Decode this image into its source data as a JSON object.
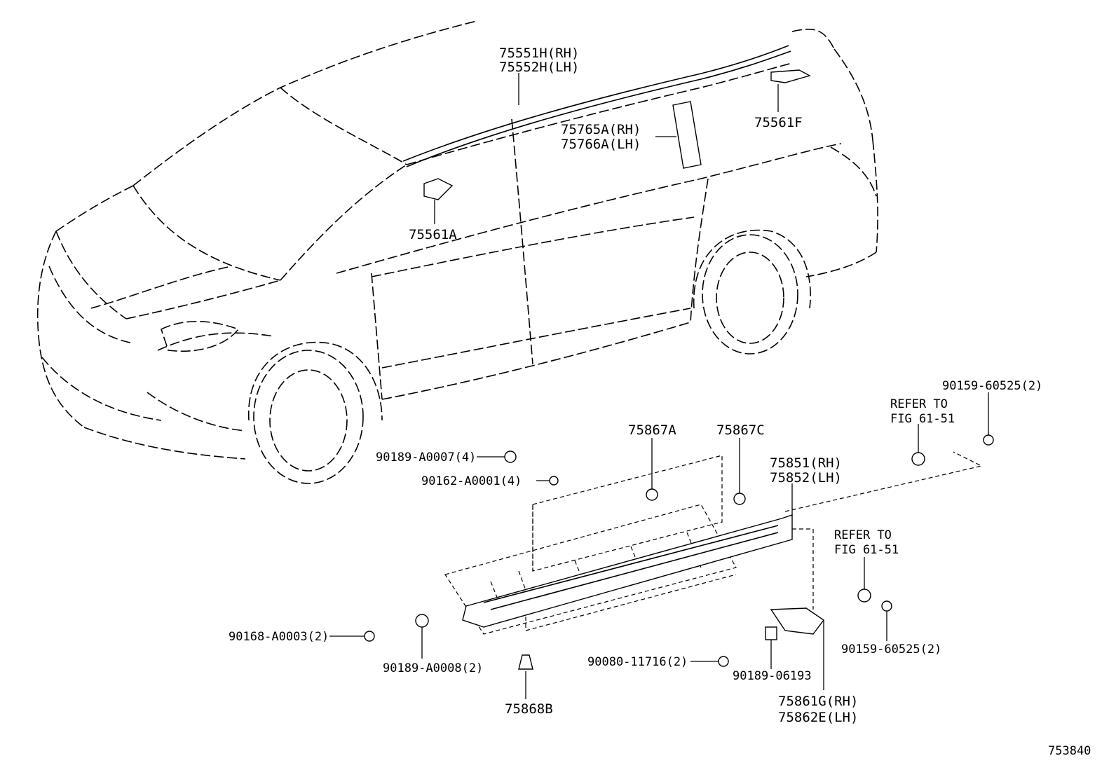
{
  "callouts": {
    "roof_rack_rail": [
      "75551H(RH)",
      "75552H(LH)"
    ],
    "rear_mount_cover": "75561F",
    "front_mount_cover": "75561A",
    "pillar_moulding": [
      "75765A(RH)",
      "75766A(LH)"
    ],
    "clip_a": "75867A",
    "clip_c": "75867C",
    "rocker_panel": [
      "75851(RH)",
      "75852(LH)"
    ],
    "refer_upper": [
      "REFER TO",
      "FIG 61-51"
    ],
    "screw_upper": "90159-60525(2)",
    "refer_lower": [
      "REFER TO",
      "FIG 61-51"
    ],
    "screw_lower": "90159-60525(2)",
    "clip_a0007": "90189-A0007(4)",
    "screw_a0001": "90162-A0001(4)",
    "screw_a0003": "90168-A0003(2)",
    "clip_a0008": "90189-A0008(2)",
    "clip_b": "75868B",
    "bolt_11716": "90080-11716(2)",
    "clip_06193": "90189-06193",
    "bracket": [
      "75861G(RH)",
      "75862E(LH)"
    ]
  },
  "figure_number": "753840"
}
